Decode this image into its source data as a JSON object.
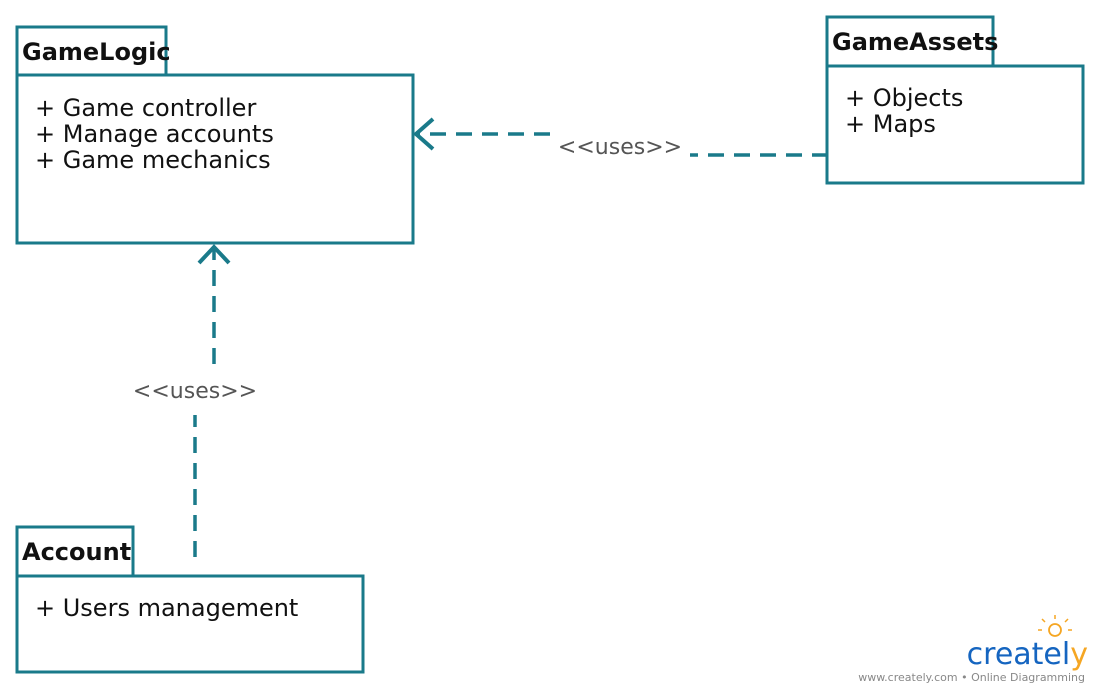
{
  "diagram": {
    "colors": {
      "stroke": "#1a7a8a",
      "text": "#111111",
      "label": "#555555",
      "background": "#ffffff"
    },
    "packages": {
      "game_logic": {
        "name": "GameLogic",
        "items": [
          "+ Game controller",
          "+ Manage accounts",
          "+ Game mechanics"
        ]
      },
      "game_assets": {
        "name": "GameAssets",
        "items": [
          "+ Objects",
          "+ Maps"
        ]
      },
      "account": {
        "name": "Account",
        "items": [
          "+ Users management"
        ]
      }
    },
    "relationships": [
      {
        "from": "GameAssets",
        "to": "GameLogic",
        "stereotype": "<<uses>>",
        "style": "dashed",
        "arrowhead": "open"
      },
      {
        "from": "Account",
        "to": "GameLogic",
        "stereotype": "<<uses>>",
        "style": "dashed",
        "arrowhead": "open"
      }
    ]
  },
  "watermark": {
    "logo_main": "createl",
    "logo_last": "y",
    "caption": "www.creately.com • Online Diagramming",
    "brand_color": "#1565c0",
    "accent_color": "#f5a623",
    "icon": "lightbulb-icon"
  }
}
